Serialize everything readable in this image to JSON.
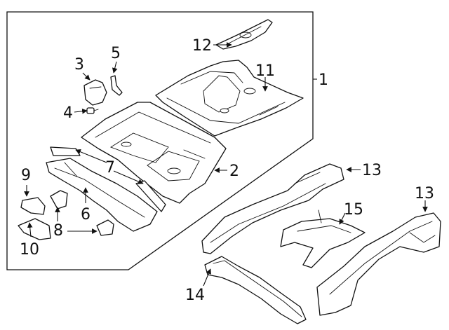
{
  "callouts": [
    {
      "id": "1",
      "label": "1"
    },
    {
      "id": "2",
      "label": "2"
    },
    {
      "id": "3",
      "label": "3"
    },
    {
      "id": "4",
      "label": "4"
    },
    {
      "id": "5",
      "label": "5"
    },
    {
      "id": "6",
      "label": "6"
    },
    {
      "id": "7",
      "label": "7"
    },
    {
      "id": "8",
      "label": "8"
    },
    {
      "id": "9",
      "label": "9"
    },
    {
      "id": "10",
      "label": "10"
    },
    {
      "id": "11",
      "label": "11"
    },
    {
      "id": "12",
      "label": "12"
    },
    {
      "id": "13a",
      "label": "13"
    },
    {
      "id": "13b",
      "label": "13"
    },
    {
      "id": "14",
      "label": "14"
    },
    {
      "id": "15",
      "label": "15"
    }
  ]
}
